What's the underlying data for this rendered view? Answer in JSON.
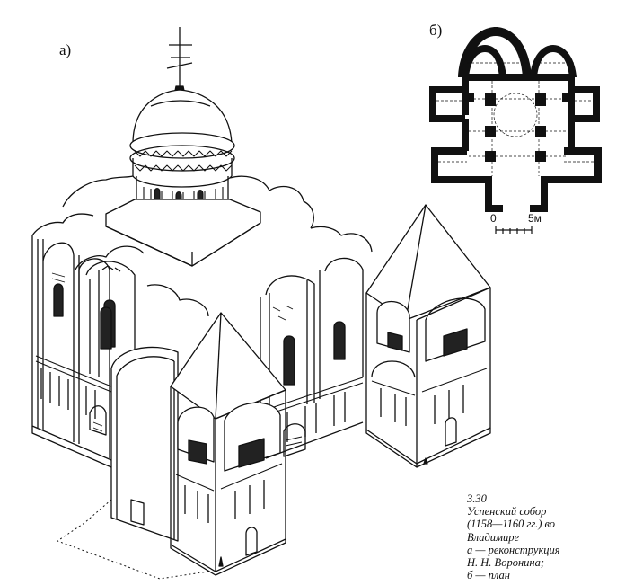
{
  "figure": {
    "label_a": "а)",
    "label_b": "б)",
    "scale": {
      "zero": "0",
      "five": "5м"
    },
    "caption": [
      "3.30",
      "Успенский собор",
      "(1158—1160 гг.) во",
      "Владимире",
      "а — реконструкция",
      "Н. Н. Воронина;",
      "б — план"
    ]
  }
}
